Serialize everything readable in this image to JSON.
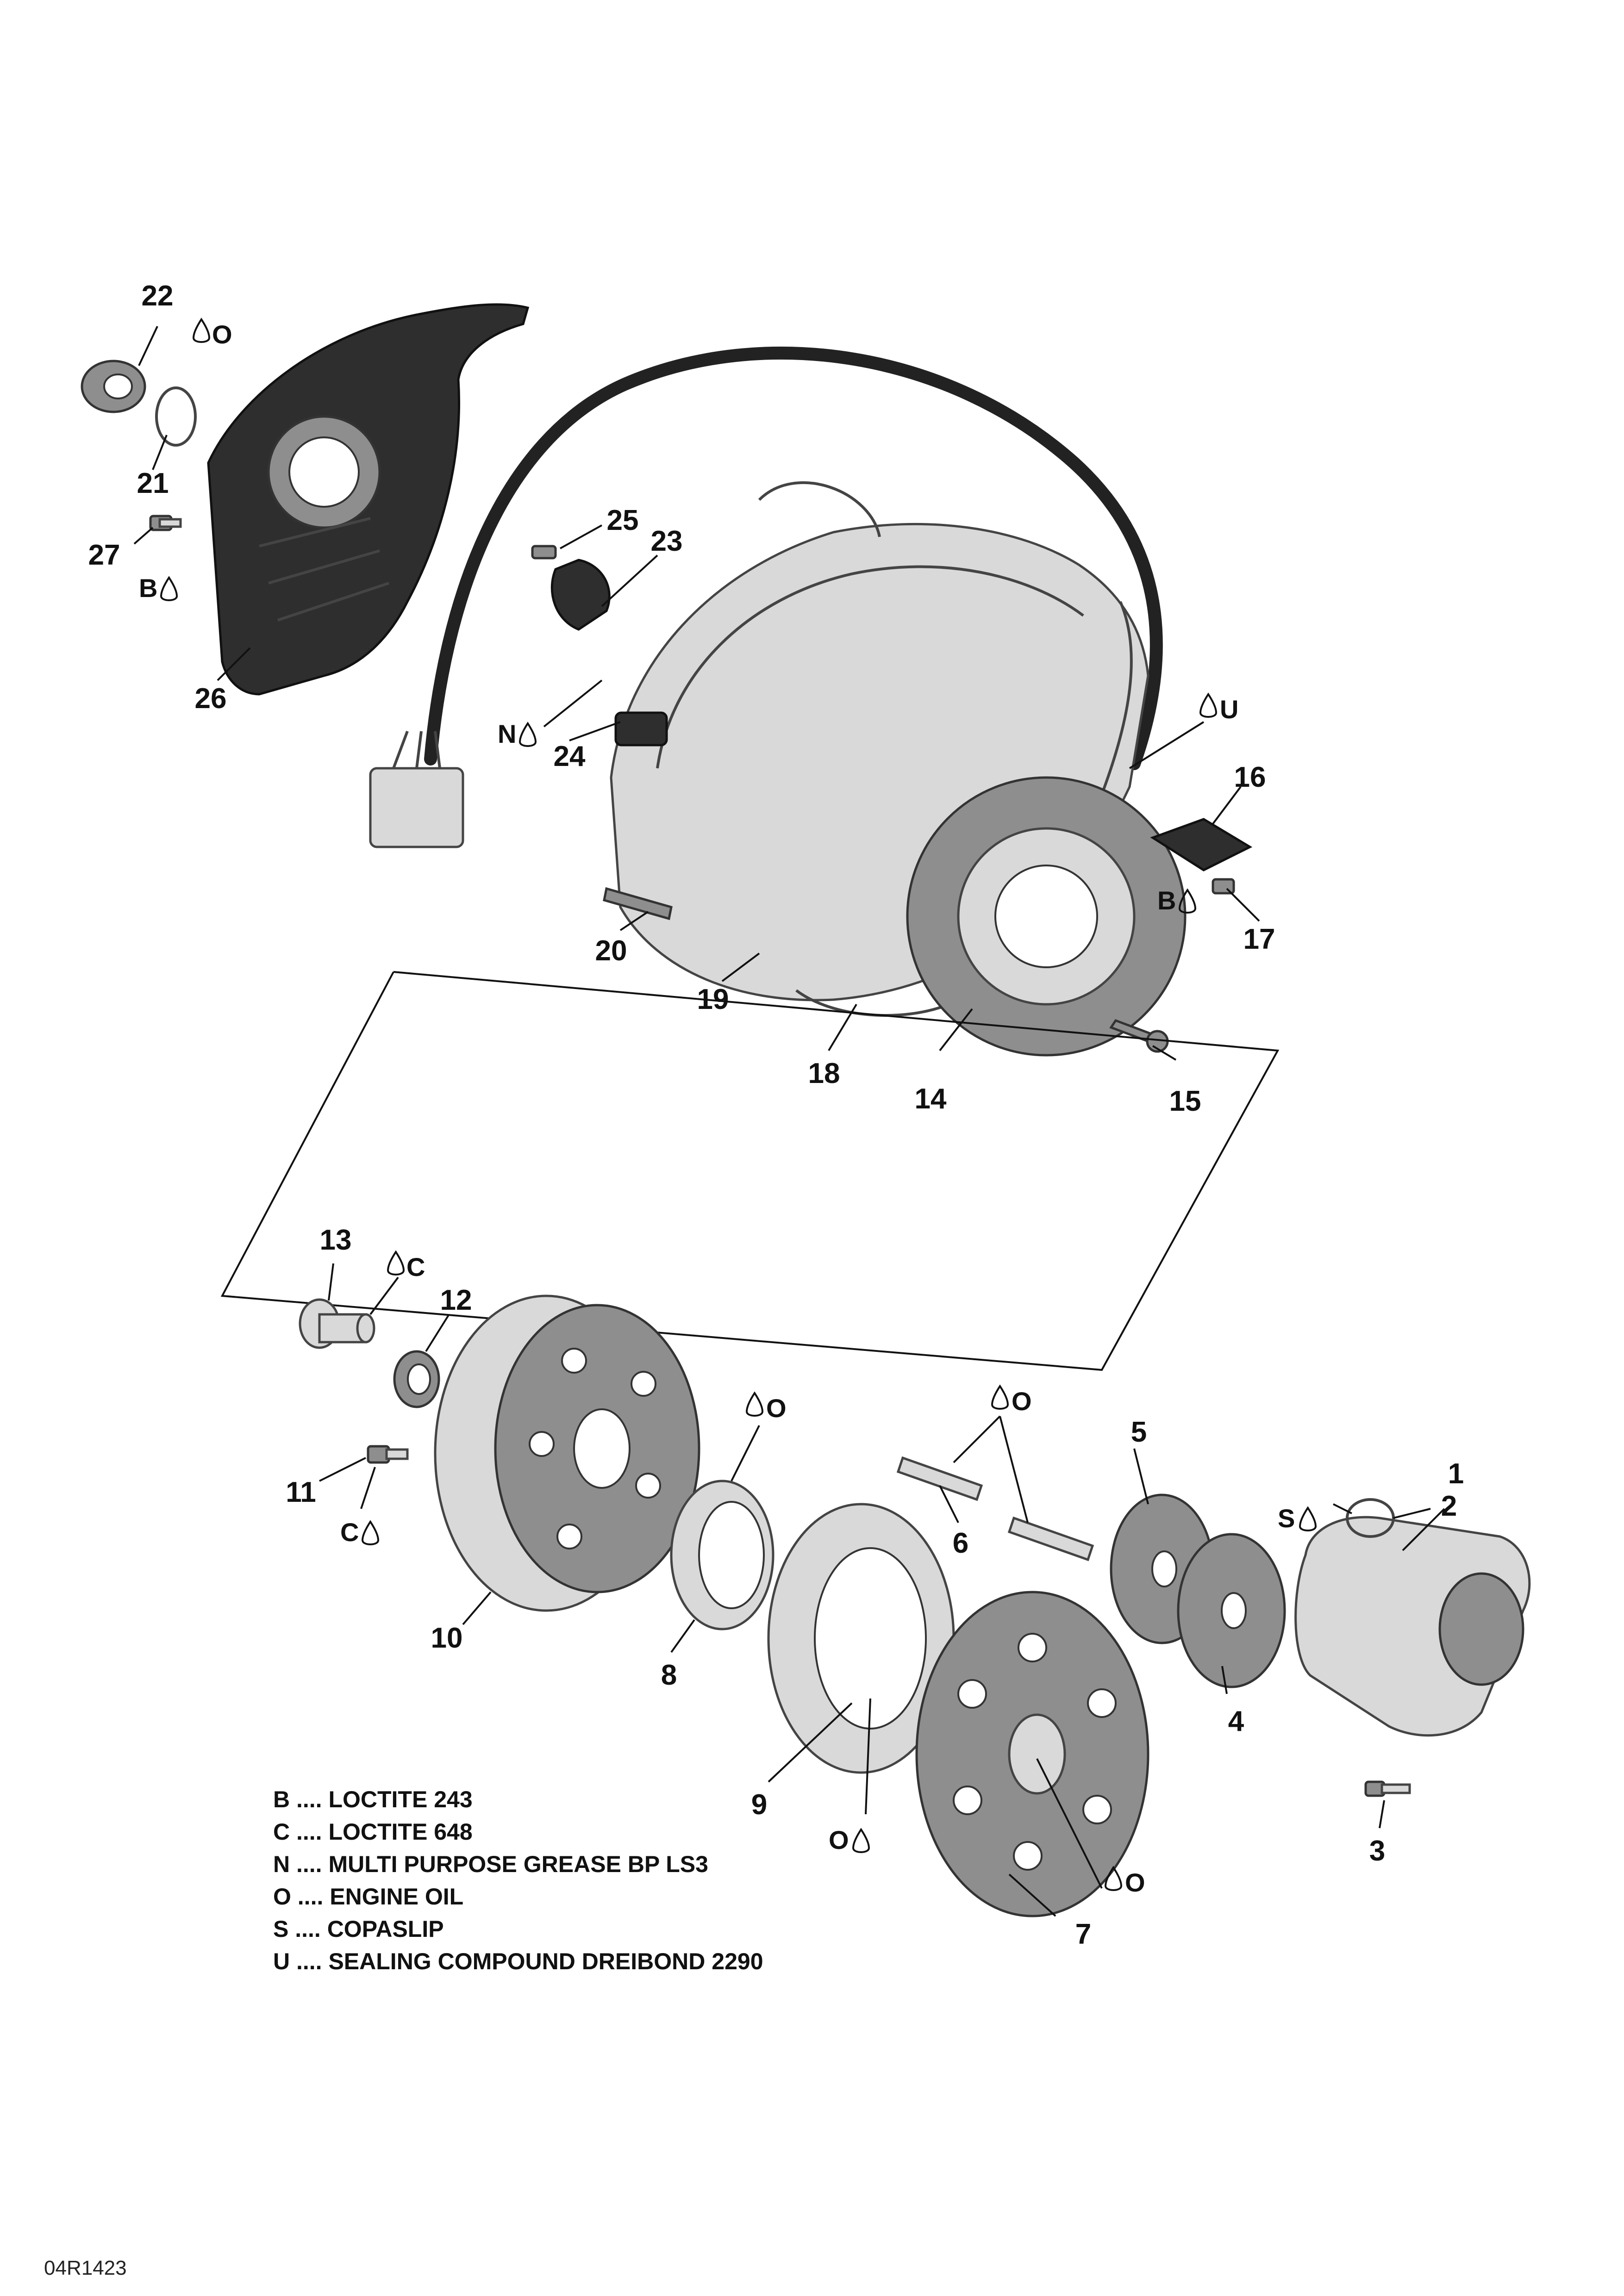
{
  "figure_id": "04R1423",
  "legend": [
    {
      "code": "B",
      "text": "B .... LOCTITE 243"
    },
    {
      "code": "C",
      "text": "C .... LOCTITE 648"
    },
    {
      "code": "N",
      "text": "N .... MULTI PURPOSE GREASE BP LS3"
    },
    {
      "code": "O",
      "text": "O .... ENGINE OIL"
    },
    {
      "code": "S",
      "text": "S .... COPASLIP"
    },
    {
      "code": "U",
      "text": "U .... SEALING COMPOUND DREIBOND 2290"
    }
  ],
  "callouts": {
    "c1": "1",
    "c2": "2",
    "c3": "3",
    "c4": "4",
    "c5": "5",
    "c6": "6",
    "c7": "7",
    "c8": "8",
    "c9": "9",
    "c10": "10",
    "c11": "11",
    "c12": "12",
    "c13": "13",
    "c14": "14",
    "c15": "15",
    "c16": "16",
    "c17": "17",
    "c18": "18",
    "c19": "19",
    "c20": "20",
    "c21": "21",
    "c22": "22",
    "c23": "23",
    "c24": "24",
    "c25": "25",
    "c26": "26",
    "c27": "27"
  },
  "compound_marks": {
    "m22": "O",
    "m27": "B",
    "m24": "N",
    "m14": "U",
    "m17": "B",
    "m13": "C",
    "m11": "C",
    "m8": "O",
    "m6": "O",
    "m2": "S",
    "m9": "O",
    "m7": "O"
  },
  "icons": {
    "compound": "droplet-icon"
  }
}
